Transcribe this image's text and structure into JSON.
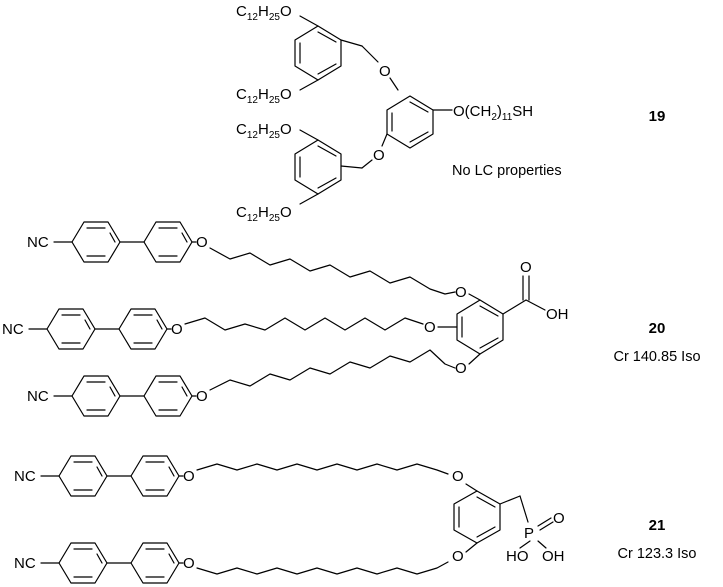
{
  "labels": {
    "c12h25o": {
      "c": "C",
      "n12": "12",
      "h": "H",
      "n25": "25",
      "o": "O"
    },
    "thiol": {
      "o_ch2": "O(CH",
      "close": ")",
      "n2": "2",
      "n11": "11",
      "sh": "SH"
    },
    "cn": "NC",
    "o": "O",
    "oh": "OH",
    "ho": "HO",
    "p": "P"
  },
  "compounds": [
    {
      "number": "19",
      "properties": "No LC properties"
    },
    {
      "number": "20",
      "properties": "Cr 140.85 Iso"
    },
    {
      "number": "21",
      "properties": "Cr 123.3 Iso"
    }
  ]
}
